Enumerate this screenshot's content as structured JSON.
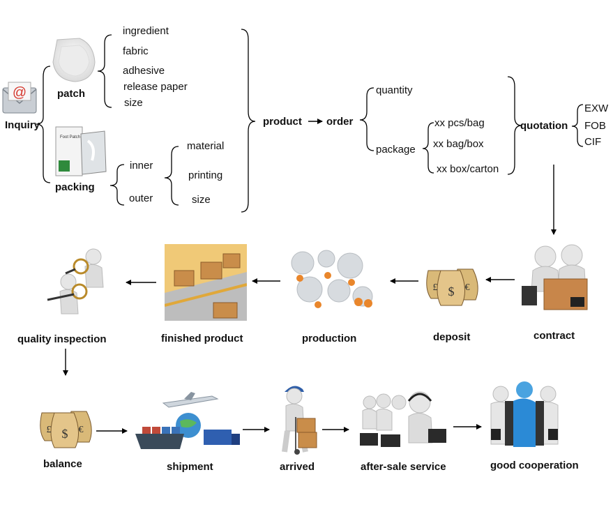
{
  "inquiry": {
    "label": "Inquiry",
    "patch": {
      "label": "patch",
      "items": [
        "ingredient",
        "fabric",
        "adhesive",
        "release paper",
        "size"
      ]
    },
    "packing": {
      "label": "packing",
      "inner_label": "inner",
      "outer_label": "outer",
      "items": [
        "material",
        "printing",
        "size"
      ],
      "box_text": "Foot Patch"
    }
  },
  "product_label": "product",
  "order": {
    "label": "order",
    "quantity_label": "quantity",
    "package_label": "package",
    "package_options": [
      "xx pcs/bag",
      "xx bag/box",
      "xx box/carton"
    ]
  },
  "quotation": {
    "label": "quotation",
    "terms": [
      "EXW",
      "FOB",
      "CIF"
    ]
  },
  "process_row": [
    "contract",
    "deposit",
    "production",
    "finished product",
    "quality inspection"
  ],
  "final_row": [
    "balance",
    "shipment",
    "arrived",
    "after-sale service",
    "good cooperation"
  ],
  "icons": {
    "email": "email-envelope-icon",
    "currency": [
      "£",
      "$",
      "€"
    ],
    "email_symbol": "@"
  }
}
